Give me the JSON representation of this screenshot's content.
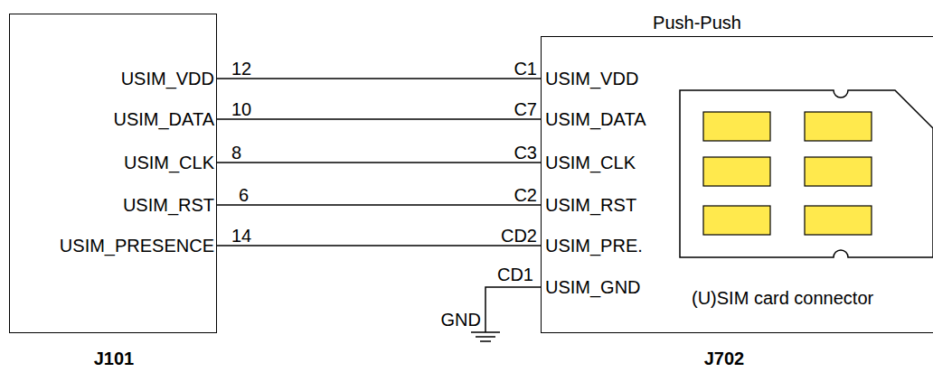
{
  "diagram": {
    "nodes": [
      {
        "text": [
          "J101"
        ]
      },
      {
        "text": [
          "Push-Push",
          "J702"
        ]
      }
    ],
    "edges": [
      {
        "from": 0,
        "to": 1,
        "arrow": "none"
      },
      {
        "from": 0,
        "to": 1,
        "arrow": "none"
      },
      {
        "from": 0,
        "to": 1,
        "arrow": "none"
      },
      {
        "from": 0,
        "to": 1,
        "arrow": "none"
      },
      {
        "from": 0,
        "to": 1,
        "arrow": "none"
      }
    ],
    "labels": [
      "USIM_VDD",
      "USIM_DATA",
      "USIM_CLK",
      "USIM_RST",
      "USIM_PRESENCE",
      "12",
      "10",
      "8",
      "6",
      "14",
      "C1",
      "C7",
      "C3",
      "C2",
      "CD2",
      "CD1",
      "USIM_VDD",
      "USIM_DATA",
      "USIM_CLK",
      "USIM_RST",
      "USIM_PRE.",
      "USIM_GND",
      "(U)SIM card connector",
      "GND"
    ]
  }
}
